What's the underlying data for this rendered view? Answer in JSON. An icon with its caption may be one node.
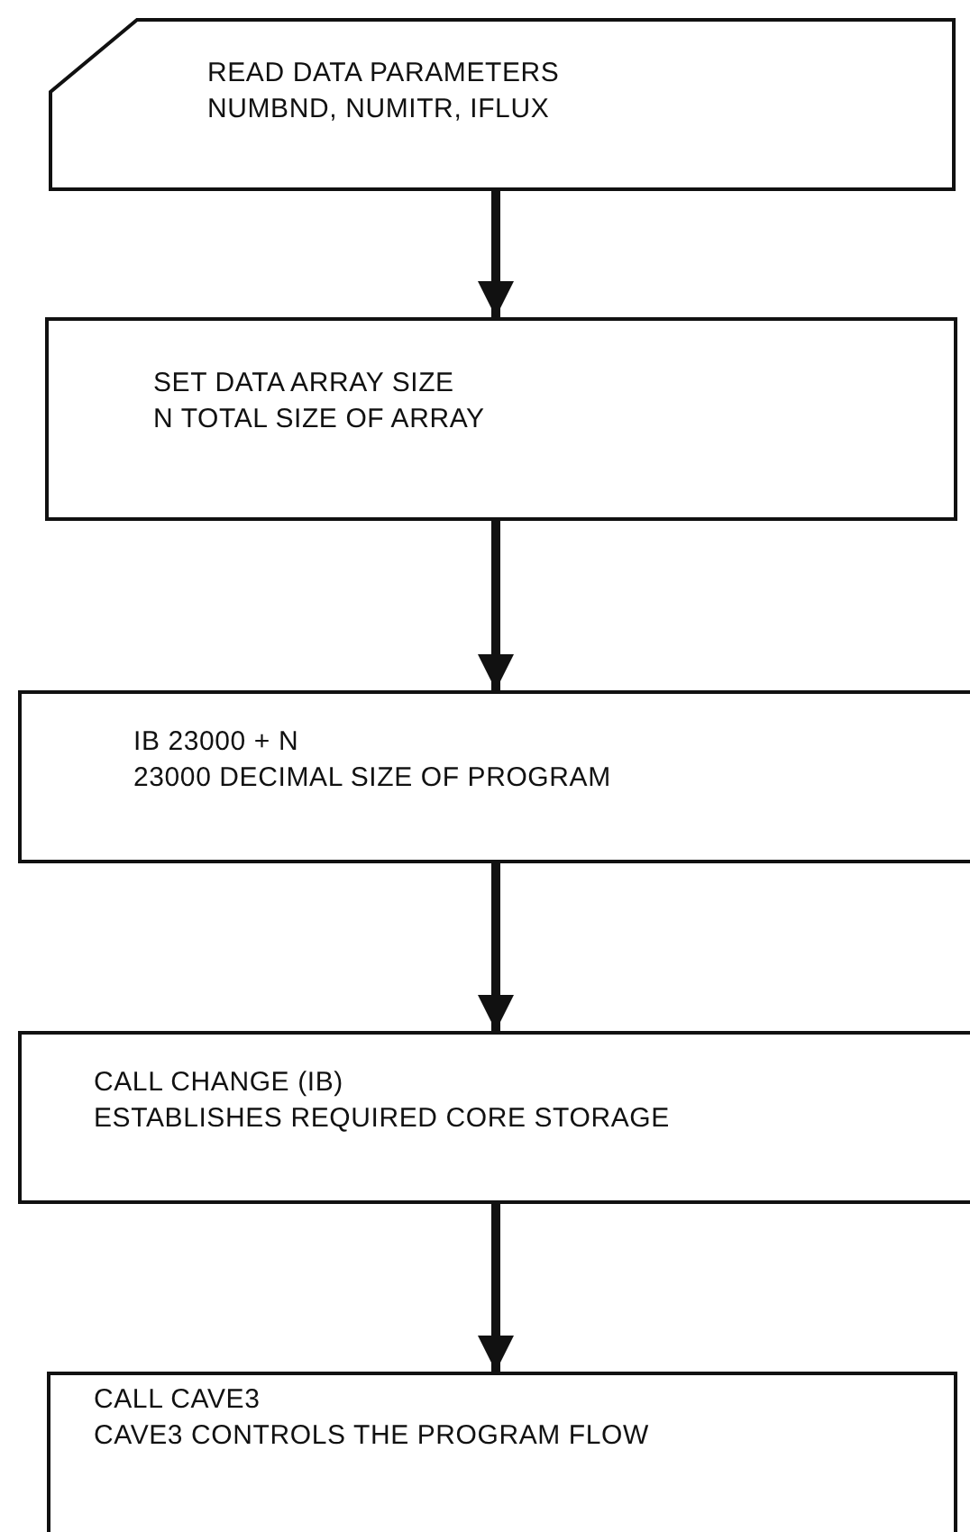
{
  "diagram": {
    "nodes": [
      {
        "text": [
          "READ DATA PARAMETERS",
          "NUMBND, NUMITR, IFLUX"
        ]
      },
      {
        "text": [
          "SET DATA ARRAY SIZE",
          "N TOTAL SIZE OF ARRAY"
        ]
      },
      {
        "text": [
          "IB 23000 + N",
          "23000 DECIMAL SIZE OF PROGRAM"
        ]
      },
      {
        "text": [
          "CALL CHANGE (IB)",
          "ESTABLISHES REQUIRED CORE STORAGE"
        ]
      },
      {
        "text": [
          "CALL CAVE3",
          "CAVE3 CONTROLS THE PROGRAM FLOW"
        ]
      }
    ],
    "edges": [
      {
        "from": 0,
        "to": 1,
        "arrow": "to"
      },
      {
        "from": 1,
        "to": 2,
        "arrow": "to"
      },
      {
        "from": 2,
        "to": 3,
        "arrow": "to"
      },
      {
        "from": 3,
        "to": 4,
        "arrow": "to"
      }
    ]
  }
}
